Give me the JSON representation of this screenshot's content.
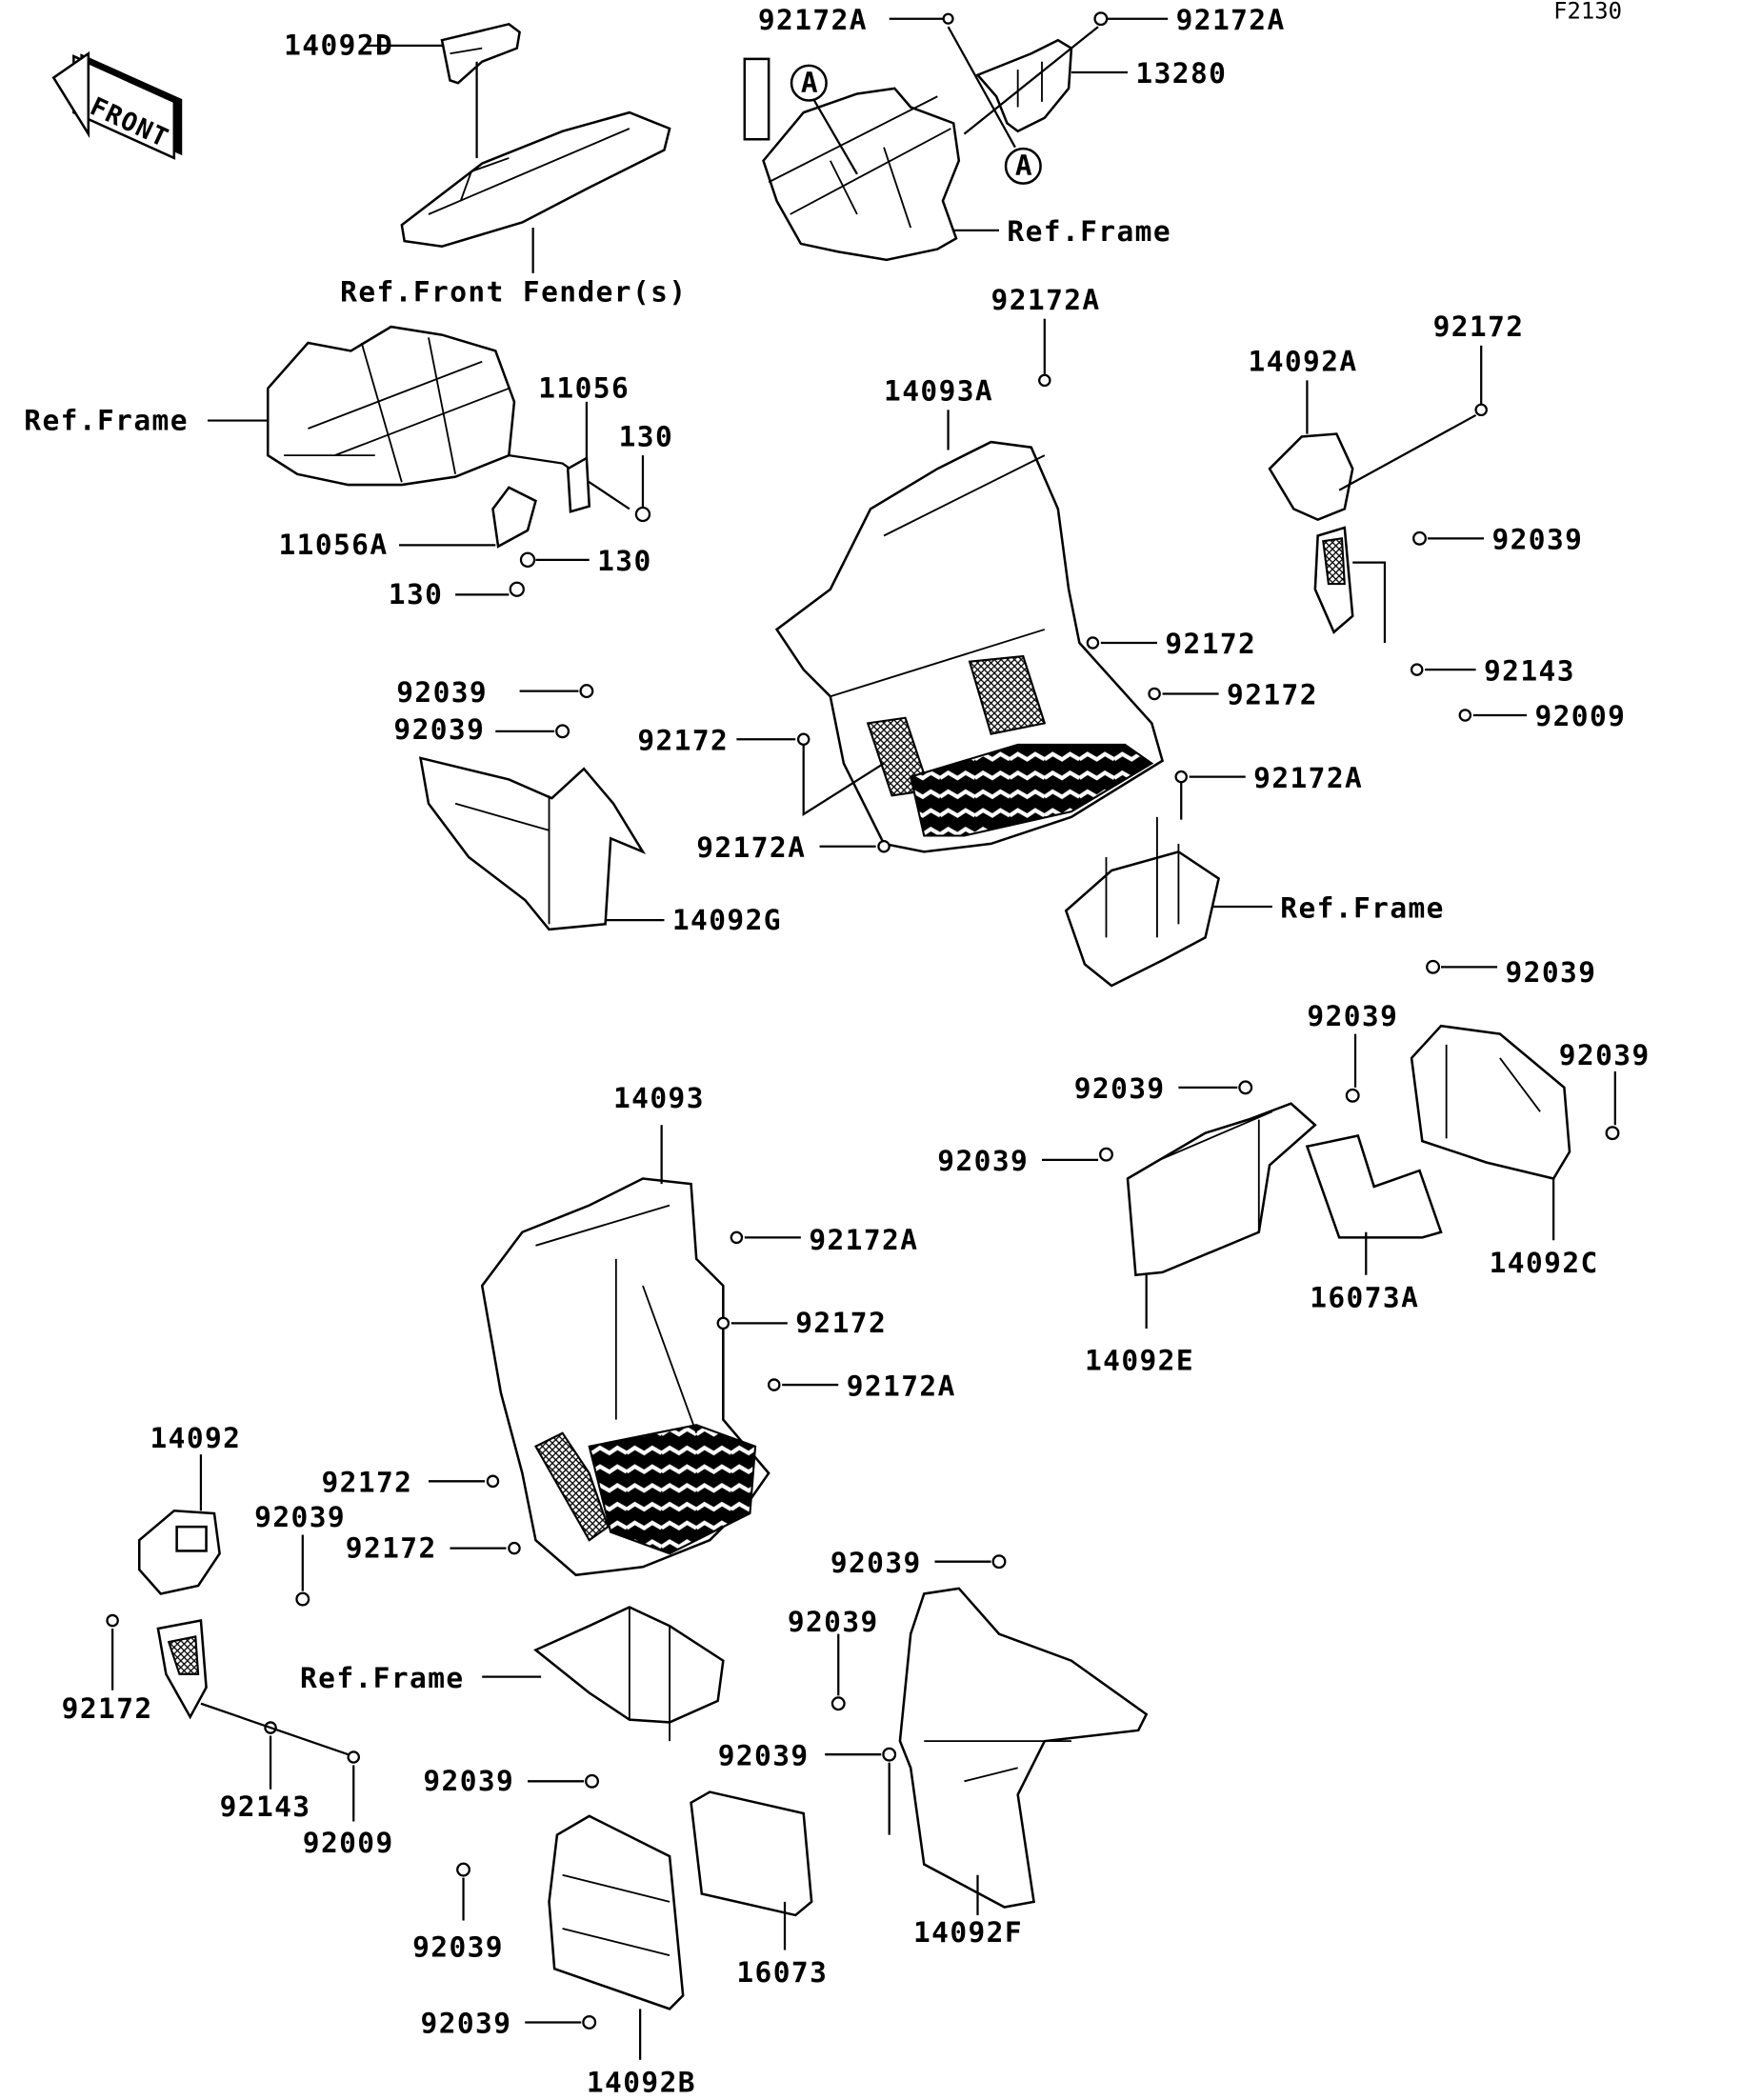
{
  "diagram": {
    "code": "F2130",
    "front_arrow": "FRONT",
    "callout_marker": "A",
    "labels": {
      "l14092D": "14092D",
      "l92172A_top1": "92172A",
      "l92172A_top2": "92172A",
      "l13280": "13280",
      "refFrame_top": "Ref.Frame",
      "refFrontFender": "Ref.Front Fender(s)",
      "refFrame_left": "Ref.Frame",
      "l11056": "11056",
      "l130_a": "130",
      "l11056A": "11056A",
      "l130_b": "130",
      "l130_c": "130",
      "l92172A_mid": "92172A",
      "l14093A": "14093A",
      "l14092A": "14092A",
      "l92172_r": "92172",
      "l92039_r": "92039",
      "l92143_r": "92143",
      "l92009_r": "92009",
      "l92172_m1": "92172",
      "l92172_m2": "92172",
      "l92172_m3": "92172",
      "l92172A_m4": "92172A",
      "l92172A_m5": "92172A",
      "refFrame_mid": "Ref.Frame",
      "l92039_g1": "92039",
      "l92039_g2": "92039",
      "l14092G": "14092G",
      "l92039_c1": "92039",
      "l92039_c2": "92039",
      "l92039_c3": "92039",
      "l92039_e1": "92039",
      "l92039_e2": "92039",
      "l14092C": "14092C",
      "l16073A": "16073A",
      "l14092E": "14092E",
      "l14093": "14093",
      "l92172A_b1": "92172A",
      "l92172_b2": "92172",
      "l92172A_b3": "92172A",
      "l92172_b4": "92172",
      "l92172_b5": "92172",
      "refFrame_bottom": "Ref.Frame",
      "l14092": "14092",
      "l92039_bl": "92039",
      "l92172_bl": "92172",
      "l92143_bl": "92143",
      "l92009_bl": "92009",
      "l92039_f1": "92039",
      "l92039_f2": "92039",
      "l92039_f3": "92039",
      "l14092F": "14092F",
      "l92039_b1": "92039",
      "l92039_b2": "92039",
      "l92039_b3": "92039",
      "l16073": "16073",
      "l14092B": "14092B"
    }
  }
}
